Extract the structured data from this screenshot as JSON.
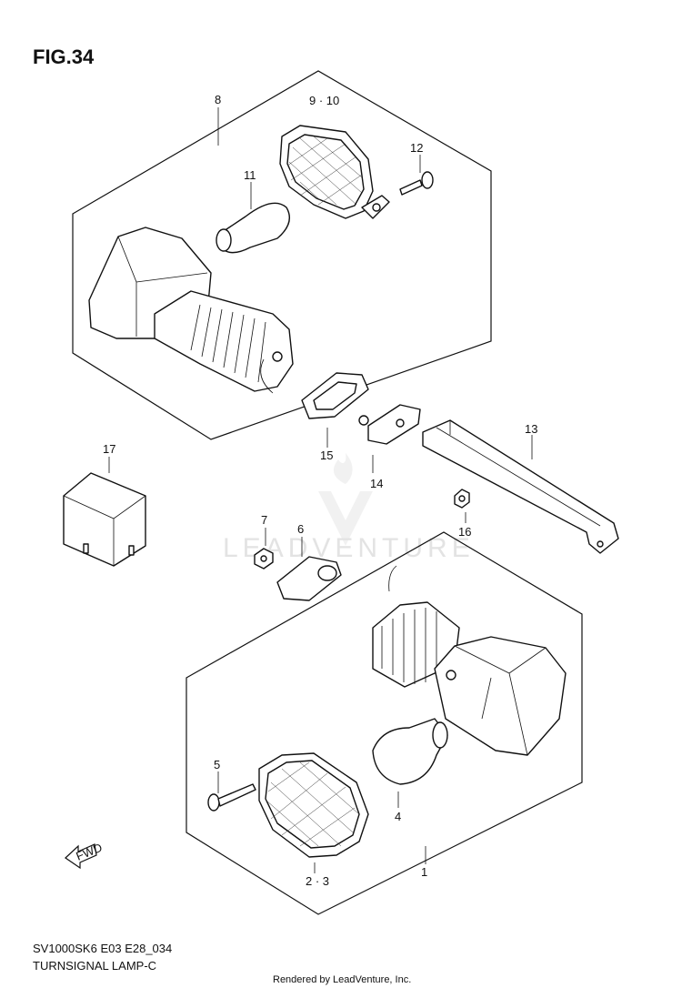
{
  "figure": {
    "title": "FIG.34"
  },
  "callouts": [
    {
      "id": "8",
      "label": "8"
    },
    {
      "id": "9-10",
      "label": "9 · 10"
    },
    {
      "id": "11",
      "label": "11"
    },
    {
      "id": "12",
      "label": "12"
    },
    {
      "id": "13",
      "label": "13"
    },
    {
      "id": "14",
      "label": "14"
    },
    {
      "id": "15",
      "label": "15"
    },
    {
      "id": "16",
      "label": "16"
    },
    {
      "id": "17",
      "label": "17"
    },
    {
      "id": "7",
      "label": "7"
    },
    {
      "id": "6",
      "label": "6"
    },
    {
      "id": "5",
      "label": "5"
    },
    {
      "id": "4",
      "label": "4"
    },
    {
      "id": "2-3",
      "label": "2 · 3"
    },
    {
      "id": "1",
      "label": "1"
    }
  ],
  "fwd_arrow": {
    "label": "FWD",
    "icon": "forward-arrow-icon"
  },
  "watermark": {
    "text": "LEADVENTURE",
    "logo": "leadventure-logo"
  },
  "footer": {
    "model_code": "SV1000SK6 E03 E28_034",
    "section": "TURNSIGNAL LAMP-C",
    "credit": "Rendered by LeadVenture, Inc."
  }
}
